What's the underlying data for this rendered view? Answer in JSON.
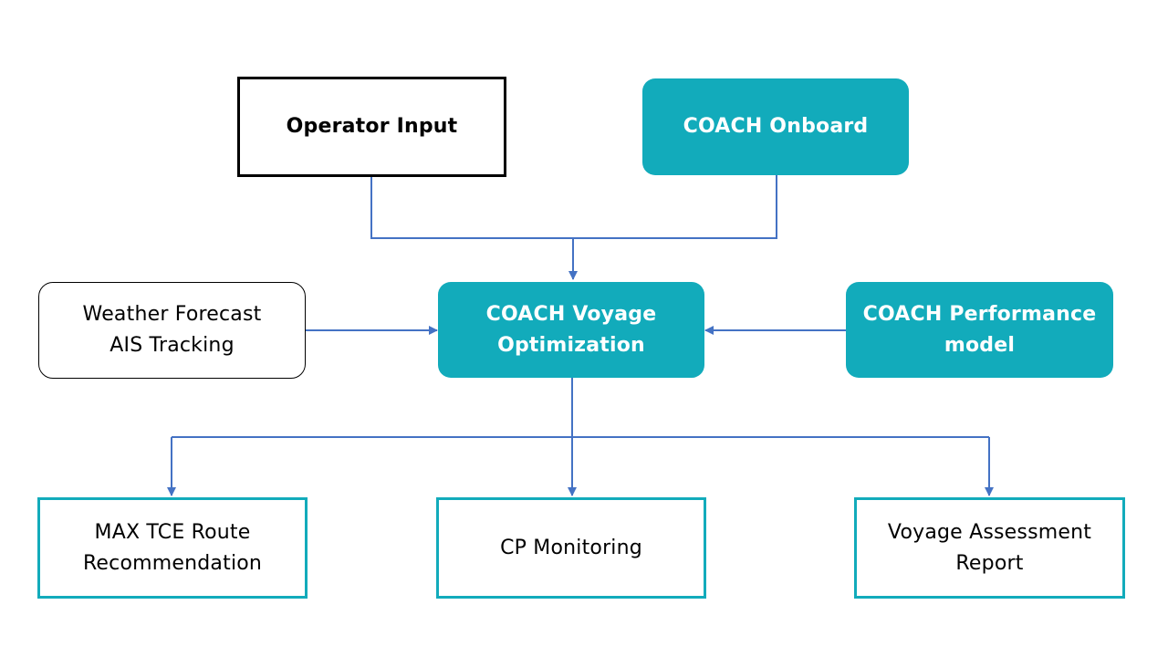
{
  "colors": {
    "teal": "#12abbb",
    "connector": "#4472c4",
    "black": "#000000",
    "white": "#ffffff"
  },
  "nodes": {
    "operator_input": {
      "label": "Operator Input"
    },
    "coach_onboard": {
      "label": "COACH Onboard"
    },
    "weather_ais": {
      "line1": "Weather Forecast",
      "line2": "AIS Tracking"
    },
    "voyage_optimization": {
      "line1": "COACH Voyage",
      "line2": "Optimization"
    },
    "performance_model": {
      "line1": "COACH Performance",
      "line2": "model"
    },
    "max_tce": {
      "line1": "MAX TCE Route",
      "line2": "Recommendation"
    },
    "cp_monitoring": {
      "label": "CP Monitoring"
    },
    "voyage_assessment": {
      "line1": "Voyage Assessment",
      "line2": "Report"
    }
  }
}
